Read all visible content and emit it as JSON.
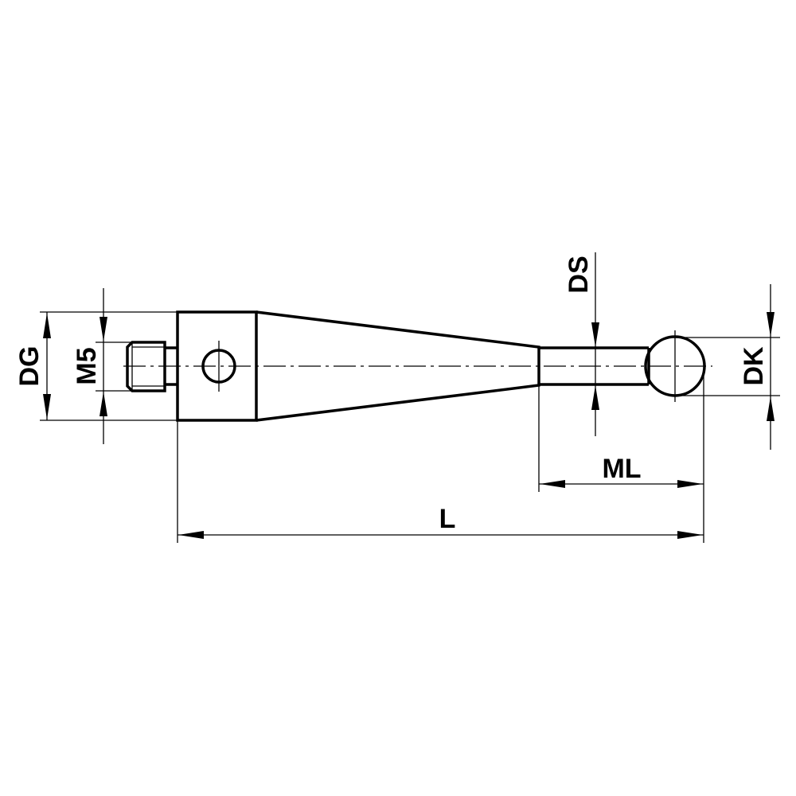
{
  "drawing": {
    "title": "Stylus technical drawing",
    "line_color": "#000000",
    "background": "#ffffff"
  },
  "dimensions": {
    "dg": {
      "label": "DG",
      "meaning": "adapter body diameter"
    },
    "m5": {
      "label": "M5",
      "meaning": "thread size"
    },
    "ds": {
      "label": "DS",
      "meaning": "stem diameter"
    },
    "dk": {
      "label": "DK",
      "meaning": "ball diameter"
    },
    "ml": {
      "label": "ML",
      "meaning": "measuring length"
    },
    "l": {
      "label": "L",
      "meaning": "total length"
    }
  }
}
